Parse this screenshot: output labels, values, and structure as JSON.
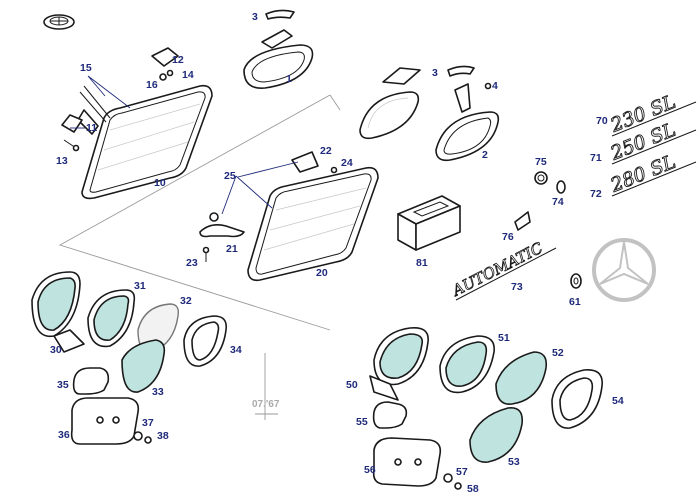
{
  "callouts": {
    "c1": "1",
    "c2": "2",
    "c3a": "3",
    "c3b": "3",
    "c4": "4",
    "c10": "10",
    "c11": "11",
    "c12": "12",
    "c13": "13",
    "c14": "14",
    "c15": "15",
    "c16": "16",
    "c20": "20",
    "c21": "21",
    "c22": "22",
    "c23": "23",
    "c24": "24",
    "c25": "25",
    "c30": "30",
    "c31": "31",
    "c32": "32",
    "c33": "33",
    "c34": "34",
    "c35": "35",
    "c36": "36",
    "c37": "37",
    "c38": "38",
    "c50": "50",
    "c51": "51",
    "c52": "52",
    "c53": "53",
    "c54": "54",
    "c55": "55",
    "c56": "56",
    "c57": "57",
    "c58": "58",
    "c61": "61",
    "c70": "70",
    "c71": "71",
    "c72": "72",
    "c73": "73",
    "c74": "74",
    "c75": "75",
    "c76": "76",
    "c81": "81"
  },
  "date_code": "07.'67",
  "badges": {
    "b230": "230 SL",
    "b250": "250 SL",
    "b280": "280 SL",
    "automatic": "AUTOMATIC"
  },
  "colors": {
    "glass_tint": "#bfe3df",
    "callout_text": "#1f2a7a",
    "outline": "#1a1a1a"
  }
}
